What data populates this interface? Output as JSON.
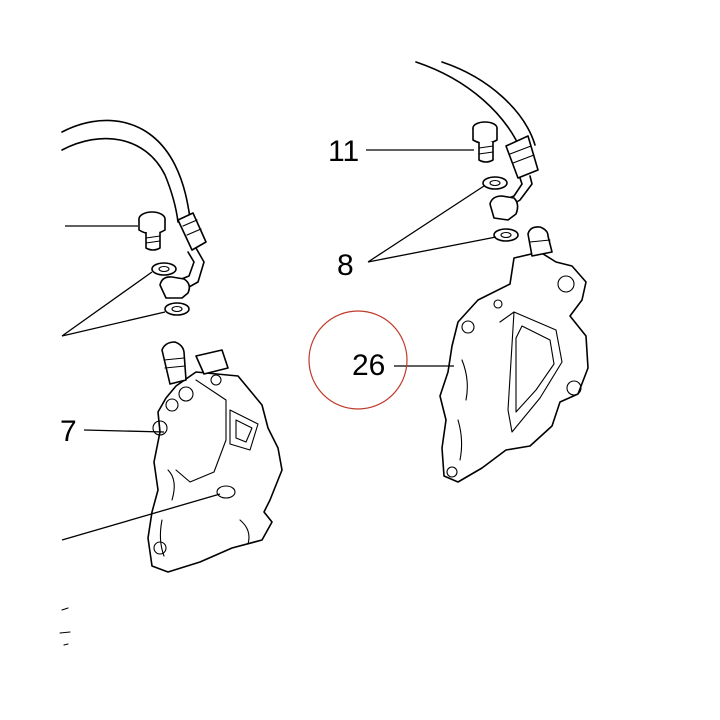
{
  "callouts": {
    "c11": "11",
    "c8": "8",
    "c26": "26",
    "c7": "7"
  },
  "colors": {
    "line": "#000000",
    "highlight_circle": "#c0392b",
    "background": "#ffffff"
  }
}
